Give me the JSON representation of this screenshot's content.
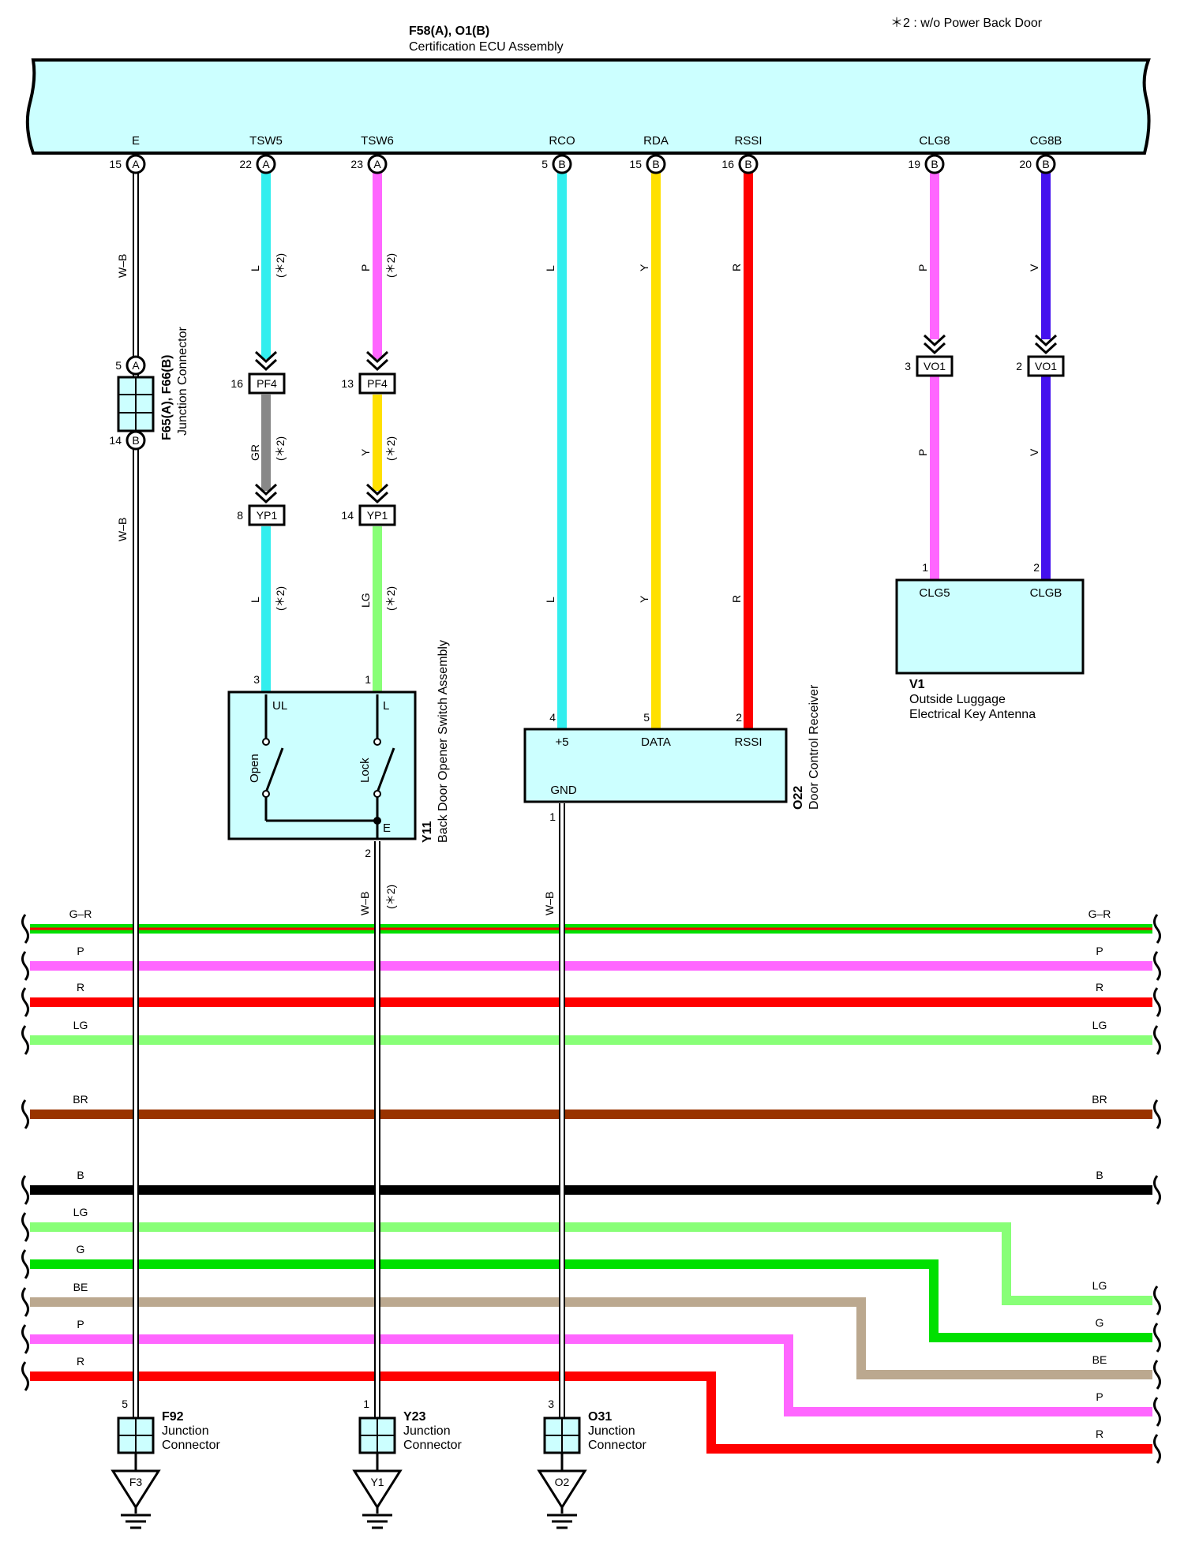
{
  "note": "＊2 : w/o Power Back Door",
  "ecu": {
    "connector_code": "F58(A), O1(B)",
    "name": "Certification ECU Assembly",
    "terminals": [
      {
        "label": "E",
        "pin": "15",
        "side": "A"
      },
      {
        "label": "TSW5",
        "pin": "22",
        "side": "A"
      },
      {
        "label": "TSW6",
        "pin": "23",
        "side": "A"
      },
      {
        "label": "RCO",
        "pin": "5",
        "side": "B"
      },
      {
        "label": "RDA",
        "pin": "15",
        "side": "B"
      },
      {
        "label": "RSSI",
        "pin": "16",
        "side": "B"
      },
      {
        "label": "CLG8",
        "pin": "19",
        "side": "B"
      },
      {
        "label": "CG8B",
        "pin": "20",
        "side": "B"
      }
    ]
  },
  "junction_f65": {
    "code": "F65(A), F66(B)",
    "name": "Junction Connector",
    "pin_top": "5",
    "side_top": "A",
    "pin_bottom": "14",
    "side_bottom": "B"
  },
  "connectors": [
    {
      "name": "PF4",
      "pin": "16"
    },
    {
      "name": "PF4",
      "pin": "13"
    },
    {
      "name": "YP1",
      "pin": "8"
    },
    {
      "name": "YP1",
      "pin": "14"
    },
    {
      "name": "VO1",
      "pin": "3"
    },
    {
      "name": "VO1",
      "pin": "2"
    }
  ],
  "wire_labels": {
    "wb": "W–B",
    "l": "L",
    "p": "P",
    "gr": "GR",
    "y": "Y",
    "lg": "LG",
    "r": "R",
    "v": "V",
    "star": "(＊2)"
  },
  "switch_y11": {
    "code": "Y11",
    "name": "Back Door Opener Switch Assembly",
    "pin_ul": "3",
    "pin_l": "1",
    "pin_e": "2",
    "term_ul": "UL",
    "term_l": "L",
    "term_e": "E",
    "sw_open": "Open",
    "sw_lock": "Lock"
  },
  "receiver_o22": {
    "code": "O22",
    "name": "Door Control Receiver",
    "pins": [
      "4",
      "5",
      "2",
      "1"
    ],
    "terms": [
      "+5",
      "DATA",
      "RSSI",
      "GND"
    ]
  },
  "antenna_v1": {
    "code": "V1",
    "name_line1": "Outside Luggage",
    "name_line2": "Electrical Key Antenna",
    "pins": [
      "1",
      "2"
    ],
    "terms": [
      "CLG5",
      "CLGB"
    ]
  },
  "bus_wires": [
    {
      "label_left": "G–R",
      "label_right": "G–R",
      "color": "#00E000",
      "stripe": "#FF0000"
    },
    {
      "label_left": "P",
      "label_right": "P",
      "color": "#FF66FF"
    },
    {
      "label_left": "R",
      "label_right": "R",
      "color": "#FF0000"
    },
    {
      "label_left": "LG",
      "label_right": "LG",
      "color": "#88FF77"
    },
    {
      "label_left": "BR",
      "label_right": "BR",
      "color": "#993300"
    },
    {
      "label_left": "B",
      "label_right": "B",
      "color": "#000000"
    },
    {
      "label_left": "LG",
      "label_right": "LG",
      "color": "#88FF77"
    },
    {
      "label_left": "G",
      "label_right": "G",
      "color": "#00E000"
    },
    {
      "label_left": "BE",
      "label_right": "BE",
      "color": "#BBA88F"
    },
    {
      "label_left": "P",
      "label_right": "P",
      "color": "#FF66FF"
    },
    {
      "label_left": "R",
      "label_right": "R",
      "color": "#FF0000"
    }
  ],
  "ground_junctions": [
    {
      "code": "F92",
      "line1": "Junction",
      "line2": "Connector",
      "pin": "5",
      "ground": "F3"
    },
    {
      "code": "Y23",
      "line1": "Junction",
      "line2": "Connector",
      "pin": "1",
      "ground": "Y1"
    },
    {
      "code": "O31",
      "line1": "Junction",
      "line2": "Connector",
      "pin": "3",
      "ground": "O2"
    }
  ],
  "colors": {
    "component_fill": "#CCFFFF",
    "cyan": "#33EEEE",
    "magenta": "#FF66FF",
    "yellow": "#FFE000",
    "red": "#FF0000",
    "violet": "#4411EE",
    "gray": "#888888",
    "lgreen": "#88FF77"
  }
}
